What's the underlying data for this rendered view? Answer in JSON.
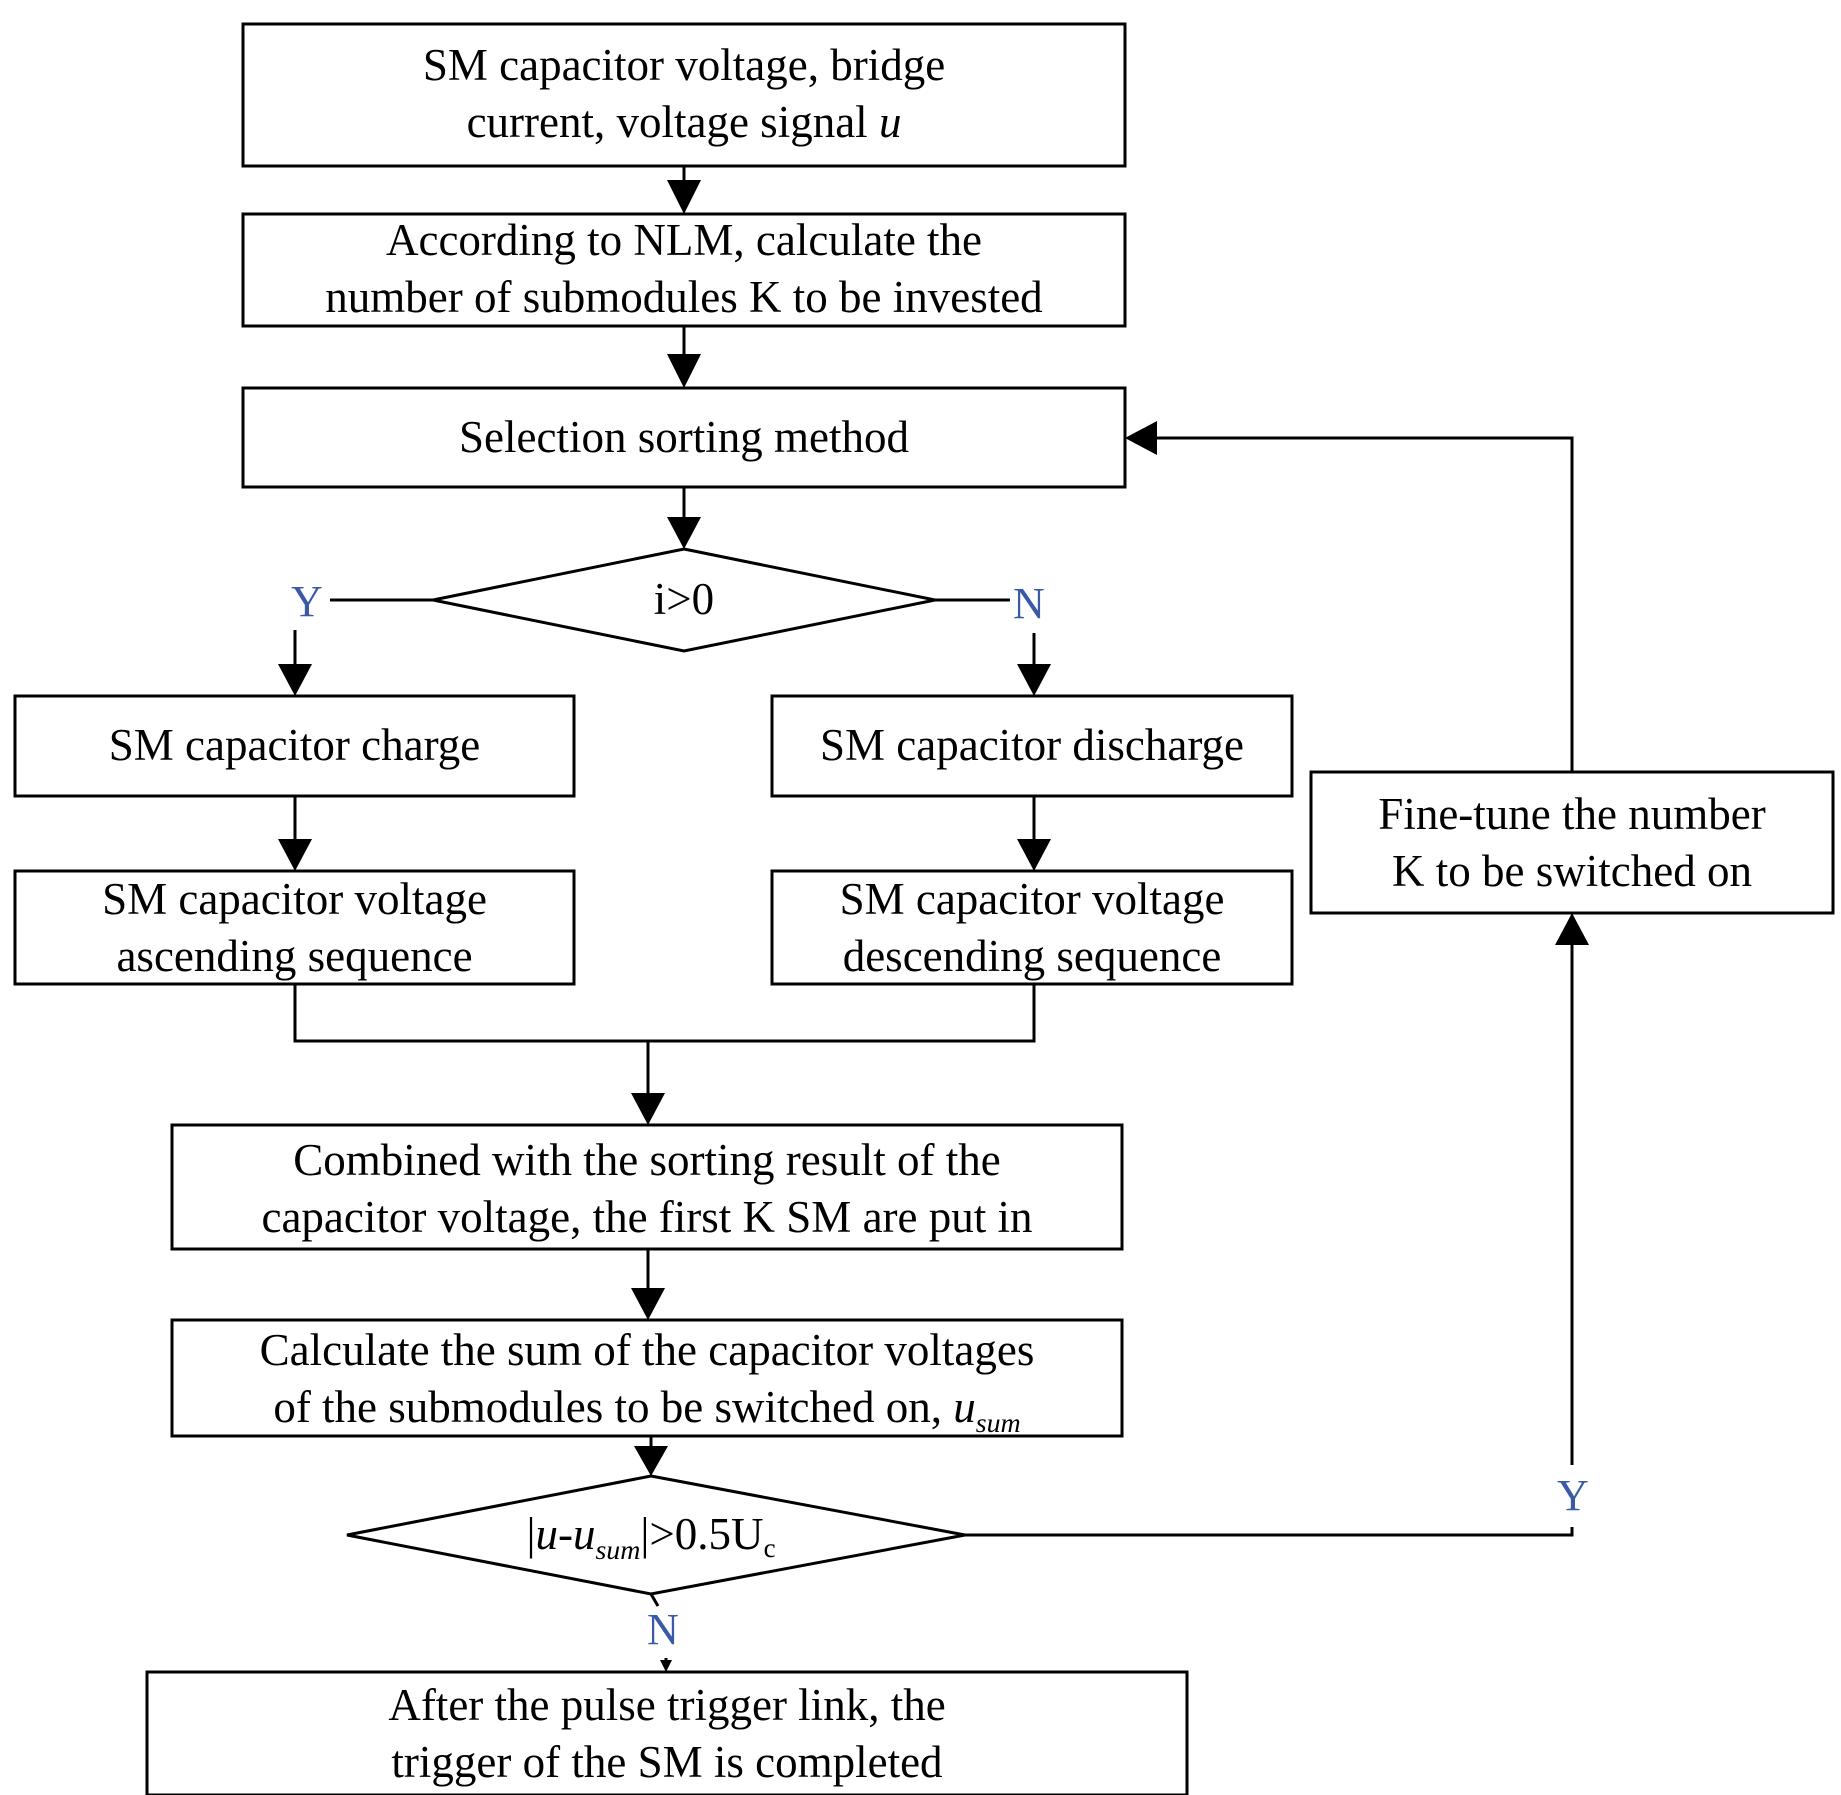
{
  "boxes": {
    "input": {
      "line1": "SM capacitor voltage, bridge",
      "line2_prefix": "current, voltage signal ",
      "line2_var": "u"
    },
    "nlm": {
      "line1": "According to NLM, calculate the",
      "line2": "number of submodules K to be invested"
    },
    "sorting": {
      "text": "Selection sorting method"
    },
    "charge": {
      "text": "SM capacitor charge"
    },
    "discharge": {
      "text": "SM capacitor discharge"
    },
    "ascending": {
      "line1": "SM capacitor voltage",
      "line2": "ascending sequence"
    },
    "descending": {
      "line1": "SM capacitor voltage",
      "line2": "descending sequence"
    },
    "combined": {
      "line1": "Combined with the sorting result of the",
      "line2": "capacitor voltage, the first K SM are put in"
    },
    "sum": {
      "line1": "Calculate the sum of the capacitor voltages",
      "line2_prefix": "of the submodules to be switched on, ",
      "line2_var": "u",
      "line2_sub": "sum"
    },
    "finetune": {
      "line1": "Fine-tune the number",
      "line2": "K to be switched on"
    },
    "trigger": {
      "line1": "After the pulse trigger link, the",
      "line2": "trigger of the SM is completed"
    }
  },
  "decisions": {
    "current": {
      "text": "i>0",
      "yes": "Y",
      "no": "N"
    },
    "voltage": {
      "bar_left": "|",
      "var": "u",
      "dash": "-",
      "var2": "u",
      "var2_sub": "sum",
      "bar_right": "|",
      "rest": ">0.5U",
      "rest_sub": "c",
      "yes": "Y",
      "no": "N"
    }
  },
  "colors": {
    "line": "#000000",
    "branch_label": "#3a5aa8"
  }
}
